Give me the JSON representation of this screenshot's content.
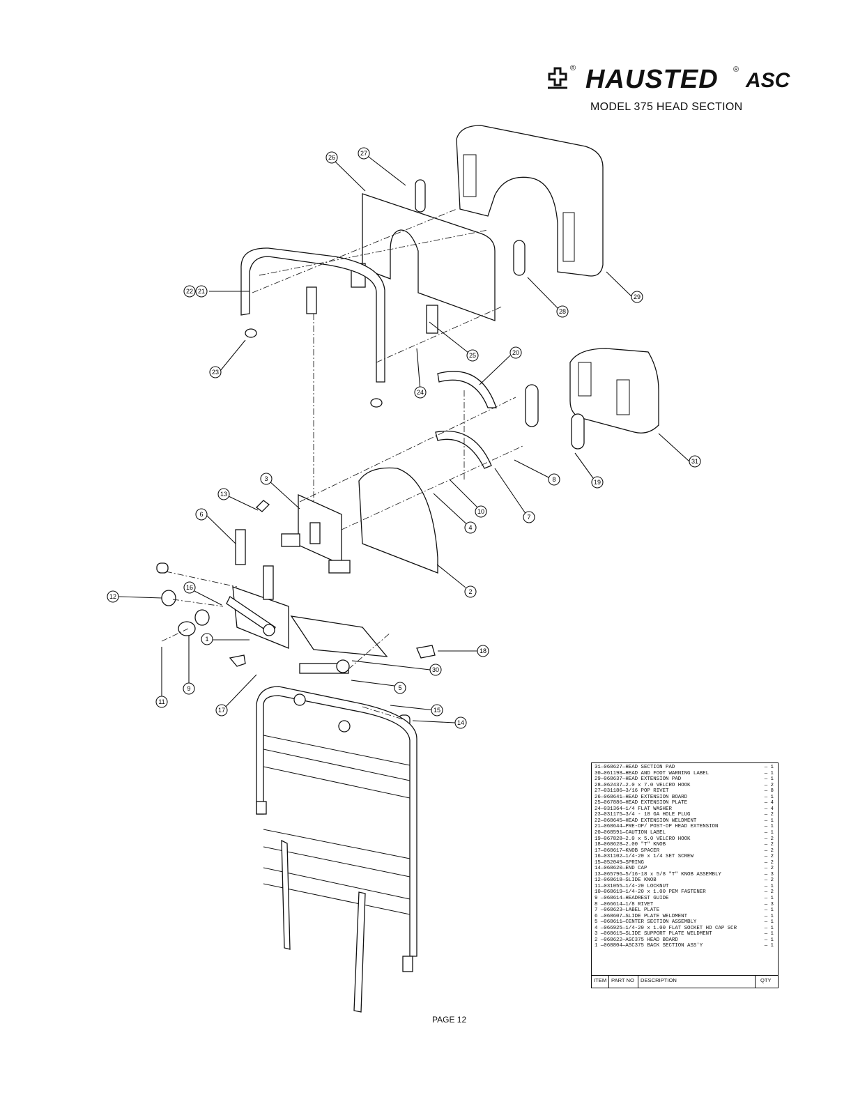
{
  "header": {
    "brand_name": "HAUSTED",
    "brand_suffix": "ASC",
    "registered_mark": "®",
    "subtitle": "MODEL 375 HEAD SECTION"
  },
  "callouts": [
    "1",
    "2",
    "3",
    "4",
    "5",
    "6",
    "7",
    "8",
    "9",
    "10",
    "11",
    "12",
    "13",
    "14",
    "15",
    "16",
    "17",
    "18",
    "19",
    "20",
    "21",
    "22",
    "23",
    "24",
    "25",
    "26",
    "27",
    "28",
    "29",
    "30",
    "31"
  ],
  "parts_list": [
    {
      "text": "31—068627—HEAD SECTION PAD",
      "qty": "— 1"
    },
    {
      "text": "30—061198—HEAD AND FOOT WARNING LABEL",
      "qty": "— 1"
    },
    {
      "text": "29—068637—HEAD EXTENSION PAD",
      "qty": "— 1"
    },
    {
      "text": "28—062437—2.0 x 7.0 VELCRO HOOK",
      "qty": "— 2"
    },
    {
      "text": "27—031186—3/16 POP RIVET",
      "qty": "— 8"
    },
    {
      "text": "26—068641—HEAD EXTENSION BOARD",
      "qty": "— 1"
    },
    {
      "text": "25—067886—HEAD EXTENSION PLATE",
      "qty": "— 4"
    },
    {
      "text": "24—031364—1/4 FLAT WASHER",
      "qty": "— 4"
    },
    {
      "text": "23—031175—3/4 - 18 GA HOLE PLUG",
      "qty": "— 2"
    },
    {
      "text": "22—068645—HEAD EXTENSION WELDMENT",
      "qty": "— 1"
    },
    {
      "text": "21—068644—PRE-OP/ POST-OP HEAD EXTENSION",
      "qty": "— 1"
    },
    {
      "text": "20—068591—CAUTION LABEL",
      "qty": "— 1"
    },
    {
      "text": "19—067828—2.0 x 5.0 VELCRO HOOK",
      "qty": "— 2"
    },
    {
      "text": "18—068628—2.00 \"T\" KNOB",
      "qty": "— 2"
    },
    {
      "text": "17—068617—KNOB SPACER",
      "qty": "— 2"
    },
    {
      "text": "16—031102—1/4-20 x 1/4 SET SCREW",
      "qty": "— 2"
    },
    {
      "text": "15—052049—SPRING",
      "qty": "— 2"
    },
    {
      "text": "14—068620—END CAP",
      "qty": "— 2"
    },
    {
      "text": "13—065796—5/16-18 x 5/8 \"T\" KNOB ASSEMBLY",
      "qty": "— 3"
    },
    {
      "text": "12—068618—SLIDE KNOB",
      "qty": "— 2"
    },
    {
      "text": "11—031055—1/4-20 LOCKNUT",
      "qty": "— 1"
    },
    {
      "text": "10—068619—1/4-20 x 1.00 PEM FASTENER",
      "qty": "— 2"
    },
    {
      "text": "9 —068614—HEADREST GUIDE",
      "qty": "— 1"
    },
    {
      "text": "8 —066614—1/8 RIVET",
      "qty": "— 3"
    },
    {
      "text": "7 —068623—LABEL PLATE",
      "qty": "— 1"
    },
    {
      "text": "6 —068607—SLIDE PLATE WELDMENT",
      "qty": "— 1"
    },
    {
      "text": "5 —068611—CENTER SECTION ASSEMBLY",
      "qty": "— 1"
    },
    {
      "text": "4 —066925—1/4-20 x 1.00 FLAT SOCKET HD CAP SCR",
      "qty": "— 1"
    },
    {
      "text": "3 —068615—SLIDE SUPPORT PLATE WELDMENT",
      "qty": "— 1"
    },
    {
      "text": "2 —068622—ASC375 HEAD BOARD",
      "qty": "— 1"
    },
    {
      "text": "1 —068804—ASC375 BACK SECTION ASS'Y",
      "qty": "— 1"
    }
  ],
  "table_header": {
    "item": "ITEM",
    "part_no": "PART NO",
    "description": "DESCRIPTION",
    "qty": "QTY"
  },
  "footer": {
    "page_label": "PAGE 12"
  }
}
